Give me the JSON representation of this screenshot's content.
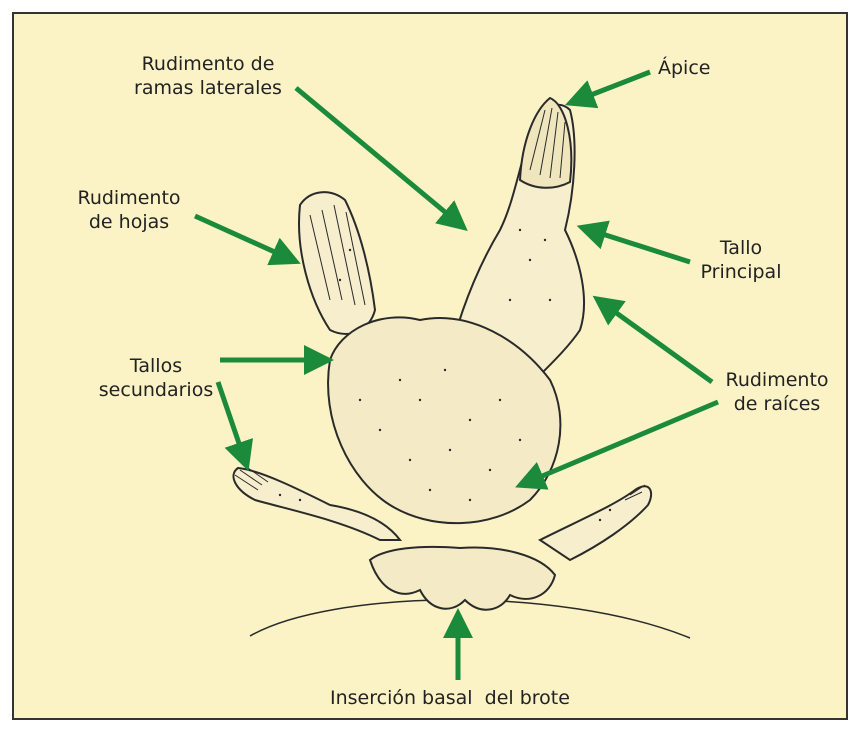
{
  "colors": {
    "background": "#fbf3c6",
    "border": "#333333",
    "arrow": "#1b8a3a",
    "drawing": "#2a2a2a",
    "label_text": "#222222"
  },
  "labels": {
    "rudimento_ramas": [
      "Rudimento de",
      "ramas laterales"
    ],
    "apice": "Ápice",
    "rudimento_hojas": [
      "Rudimento",
      "de hojas"
    ],
    "tallo_principal": [
      "Tallo",
      "Principal"
    ],
    "tallos_secundarios": [
      "Tallos",
      "secundarios"
    ],
    "rudimento_raices": [
      "Rudimento",
      "de raíces"
    ],
    "insercion": "Inserción basal  del brote"
  }
}
